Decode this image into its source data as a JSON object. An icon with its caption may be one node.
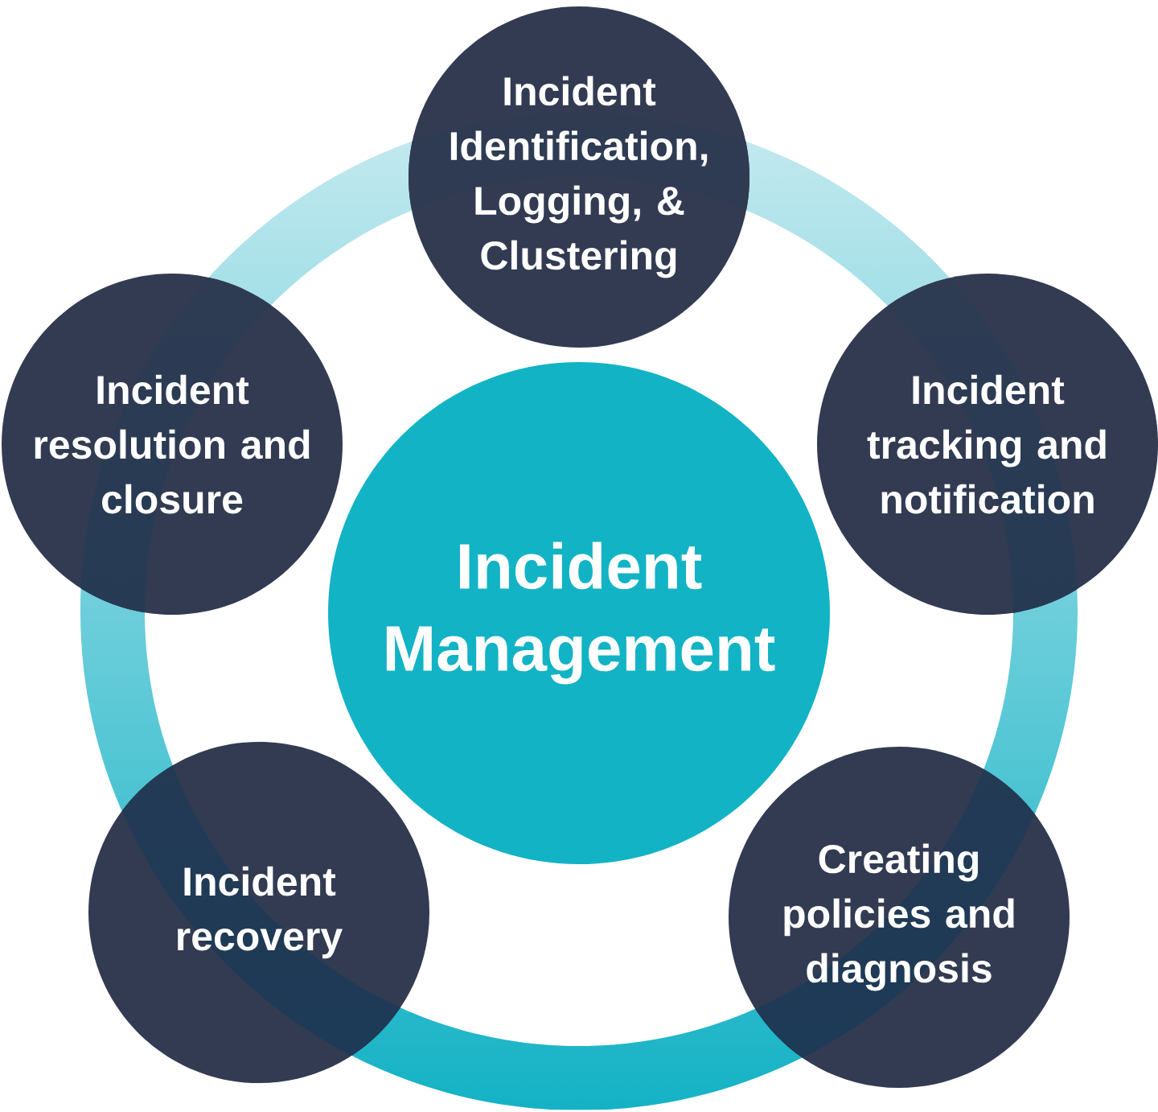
{
  "diagram": {
    "nodes": [
      {
        "text": [
          "Incident Management"
        ]
      },
      {
        "text": [
          "Incident Identification, Logging, & Clustering"
        ]
      },
      {
        "text": [
          "Incident tracking and notification"
        ]
      },
      {
        "text": [
          "Creating policies and diagnosis"
        ]
      },
      {
        "text": [
          "Incident recovery"
        ]
      },
      {
        "text": [
          "Incident resolution and closure"
        ]
      }
    ]
  }
}
